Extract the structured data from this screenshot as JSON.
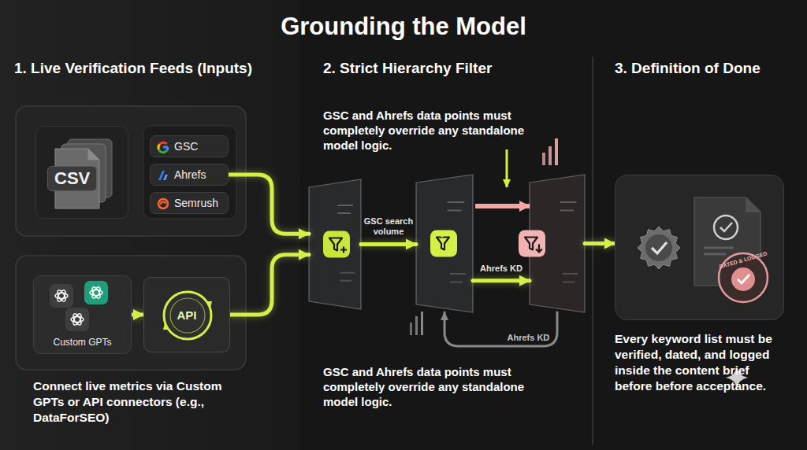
{
  "diagram": {
    "title": "Grounding the Model",
    "nodes": [
      {
        "text": [
          "CSV"
        ]
      },
      {
        "text": [
          "GSC"
        ]
      },
      {
        "text": [
          "Ahrefs"
        ]
      },
      {
        "text": [
          "Semrush"
        ]
      },
      {
        "text": [
          "Custom GPTs"
        ]
      },
      {
        "text": [
          "API"
        ]
      },
      {
        "text": []
      },
      {
        "text": []
      },
      {
        "text": []
      },
      {
        "text": [
          "DATED & LOGGED"
        ]
      }
    ],
    "edges": [
      {
        "from": 4,
        "to": 5,
        "arrow": "to"
      },
      {
        "from": 2,
        "to": 6,
        "arrow": "to"
      },
      {
        "from": 5,
        "to": 6,
        "arrow": "to"
      },
      {
        "from": 6,
        "to": 7,
        "label": "GSC search volume",
        "arrow": "to"
      },
      {
        "from": 7,
        "to": 8,
        "label": "Ahrefs KD",
        "arrow": "to"
      },
      {
        "from": 8,
        "to": 7,
        "label": "Ahrefs KD",
        "arrow": "to"
      },
      {
        "from": 8,
        "to": 9,
        "arrow": "to"
      }
    ],
    "labels": [
      "1. Live Verification Feeds (Inputs)",
      "2. Strict Hierarchy Filter",
      "3. Definition of Done",
      "GSC and Ahrefs data points must completely override any standalone model logic.",
      "GSC and Ahrefs data points must completely override any standalone model logic.",
      "Connect live metrics via Custom GPTs or API connectors (e.g., DataForSEO)",
      "Every keyword list must be verified, dated, and logged inside the content brief before before acceptance."
    ]
  }
}
